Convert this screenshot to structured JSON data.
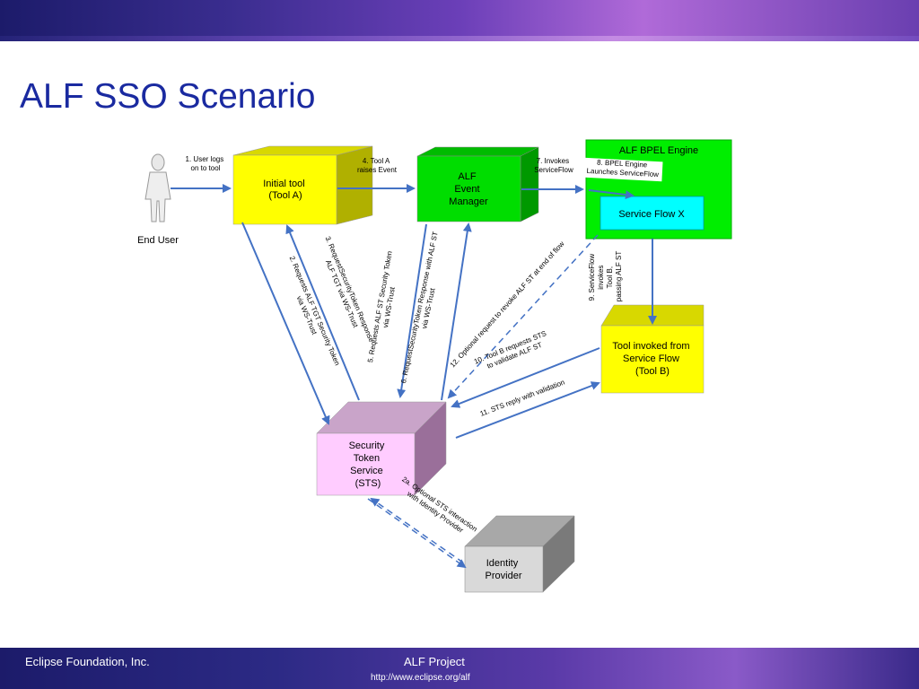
{
  "slide": {
    "title": "ALF SSO Scenario"
  },
  "actors": {
    "end_user": "End User"
  },
  "nodes": {
    "initial_tool": [
      "Initial tool",
      "(Tool A)"
    ],
    "event_manager": [
      "ALF",
      "Event",
      "Manager"
    ],
    "bpel_engine": "ALF BPEL Engine",
    "service_flow": "Service Flow X",
    "tool_b": [
      "Tool invoked from",
      "Service Flow",
      "(Tool B)"
    ],
    "sts": [
      "Security",
      "Token",
      "Service",
      "(STS)"
    ],
    "identity_provider": [
      "Identity",
      "Provider"
    ]
  },
  "steps": {
    "s1": [
      "1. User logs",
      "on to tool"
    ],
    "s2": [
      "2. Requests ALF TGT Security Token",
      "via WS-Trust"
    ],
    "s3": [
      "3. RequestSecurityToken Response",
      "ALF TGT via WS-Trust"
    ],
    "s4": [
      "4. Tool A",
      "raises Event"
    ],
    "s5": [
      "5. Requests ALF ST Security Token",
      "via WS-Trust"
    ],
    "s6": [
      "6. RequestSecurityToken Response with ALF ST",
      "via WS-Trust"
    ],
    "s7": [
      "7. Invokes",
      "ServiceFlow"
    ],
    "s8": [
      "8. BPEL Engine",
      "Launches ServiceFlow"
    ],
    "s9": [
      "9. ServiceFlow",
      "invokes",
      "Tool B,",
      "passing ALF ST"
    ],
    "s10": [
      "10. Tool B requests STS",
      "to validate ALF ST"
    ],
    "s11": "11. STS reply with validation",
    "s12": "12. Optional request to revoke ALF ST at end of flow",
    "s2a": [
      "2a. Optional STS interaction",
      "with Identity Provider"
    ]
  },
  "footer": {
    "left": "Eclipse Foundation, Inc.",
    "center": "ALF Project",
    "url": "http://www.eclipse.org/alf"
  },
  "colors": {
    "title": "#1a2aa0",
    "arrow": "#4472c4",
    "tool_a": "#ffff00",
    "event_manager": "#00dd00",
    "bpel_engine": "#00ee00",
    "service_flow": "#00ffff",
    "tool_b": "#ffff00",
    "sts": "#ffccff",
    "identity_provider": "#d9d9d9"
  }
}
